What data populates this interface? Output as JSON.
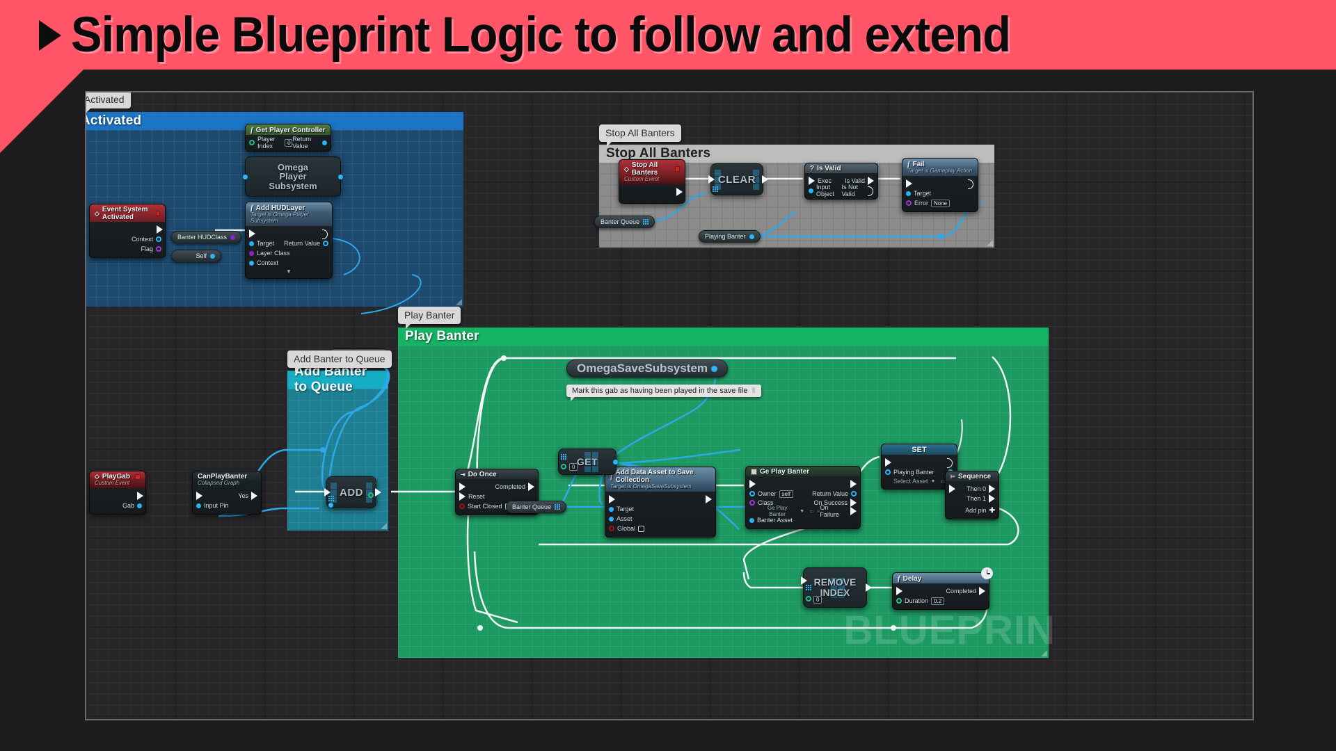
{
  "banner": {
    "title": "Simple Blueprint Logic to follow and extend",
    "bg": "#ff5566",
    "marker": "play-triangle"
  },
  "watermark": "BLUEPRIN",
  "comments": [
    {
      "key": "activated",
      "title": "Activated",
      "tooltip": "Activated",
      "color": "#1b74c4",
      "body": "#1d4a6e"
    },
    {
      "key": "stop_all_banters",
      "title": "Stop All Banters",
      "tooltip": "Stop All Banters",
      "color": "#bdbdbd",
      "body": "#8c8c8c"
    },
    {
      "key": "add_banter_to_queue",
      "title": "Add Banter to Queue",
      "tooltip": "Add Banter to Queue",
      "color": "#17adc4",
      "body": "#1e7f92"
    },
    {
      "key": "play_banter",
      "title": "Play Banter",
      "tooltip": "Play Banter",
      "color": "#14b463",
      "body": "#1d9a62"
    }
  ],
  "nodes": {
    "get_player_controller": {
      "title": "Get Player Controller",
      "icon": "function-icon",
      "inputs": [
        {
          "label": "Player Index",
          "value": "0",
          "pin": "green-h"
        }
      ],
      "outputs": [
        {
          "label": "Return Value",
          "pin": "blue"
        }
      ]
    },
    "omega_player_subsystem": {
      "title": "Omega\nPlayer\nSubsystem",
      "lines": [
        "Omega",
        "Player",
        "Subsystem"
      ]
    },
    "event_system_activated": {
      "title": "Event System Activated",
      "icon": "event-diamond-icon",
      "outputs": [
        {
          "label": "Context",
          "pin": "blue-h"
        },
        {
          "label": "Flag",
          "pin": "purple-h"
        }
      ]
    },
    "add_hudlayer": {
      "title": "Add HUDLayer",
      "subtitle": "Target is Omega Player Subsystem",
      "icon": "function-icon",
      "inputs": [
        {
          "label": "Target",
          "pin": "blue"
        },
        {
          "label": "Layer Class",
          "pin": "purple"
        },
        {
          "label": "Context",
          "pin": "blue"
        }
      ],
      "outputs": [
        {
          "label": "Return Value",
          "pin": "blue-h"
        }
      ]
    },
    "banter_hudclass": {
      "label": "Banter HUDClass",
      "pin": "purple"
    },
    "self_node": {
      "label": "Self",
      "pin": "blue"
    },
    "stop_all_banters_event": {
      "title": "Stop All Banters",
      "subtitle": "Custom Event",
      "icon": "event-diamond-icon"
    },
    "clear_node": {
      "label": "CLEAR"
    },
    "is_valid": {
      "title": "Is Valid",
      "icon": "question-icon",
      "inputs": [
        {
          "label": "Exec",
          "pin": "exec"
        },
        {
          "label": "Input Object",
          "pin": "blue"
        }
      ],
      "outputs": [
        {
          "label": "Is Valid",
          "pin": "exec"
        },
        {
          "label": "Is Not Valid",
          "pin": "exec-o"
        }
      ]
    },
    "fail": {
      "title": "Fail",
      "subtitle": "Target is Gameplay Action",
      "icon": "function-icon",
      "inputs": [
        {
          "label": "Target",
          "pin": "blue"
        },
        {
          "label": "Error",
          "value": "None",
          "pin": "purple-h"
        }
      ]
    },
    "banter_queue_a": {
      "label": "Banter Queue"
    },
    "banter_queue_b": {
      "label": "Banter Queue"
    },
    "playing_banter_var": {
      "label": "Playing Banter",
      "pin": "blue"
    },
    "playgab": {
      "title": "PlayGab",
      "subtitle": "Custom Event",
      "outputs": [
        {
          "label": "Gab",
          "pin": "blue"
        }
      ]
    },
    "canplaybanter": {
      "title": "CanPlayBanter",
      "subtitle": "Collapsed Graph",
      "inputs": [
        {
          "label": "Input Pin",
          "pin": "blue"
        }
      ],
      "outputs": [
        {
          "label": "Yes",
          "pin": "exec"
        }
      ]
    },
    "banter_queue_add": {
      "label": "Banter Queue"
    },
    "add_node": {
      "label": "ADD"
    },
    "do_once": {
      "title": "Do Once",
      "icon": "do-once-icon",
      "inputs": [
        {
          "label": "Reset",
          "pin": "exec"
        },
        {
          "label": "Start Closed",
          "value": "",
          "pin": "dkred",
          "checkbox": true
        }
      ],
      "outputs": [
        {
          "label": "Completed",
          "pin": "exec"
        }
      ]
    },
    "omega_save_subsystem": {
      "label": "OmegaSaveSubsystem",
      "pin": "blue"
    },
    "save_note": {
      "text": "Mark this gab as having been played in the save file"
    },
    "add_data_asset": {
      "title": "Add Data Asset to Save Collection",
      "subtitle": "Target is OmegaSaveSubsystem",
      "icon": "function-icon",
      "inputs": [
        {
          "label": "Target",
          "pin": "blue"
        },
        {
          "label": "Asset",
          "pin": "blue"
        },
        {
          "label": "Global",
          "pin": "dkred",
          "checkbox": true
        }
      ]
    },
    "ge_play_banter": {
      "title": "Ge Play Banter",
      "icon": "class-icon",
      "inputs": [
        {
          "label": "Owner",
          "value": "self",
          "pin": "blue-h"
        },
        {
          "label": "Class",
          "value": "Ge Play Banter",
          "pin": "purple-h"
        },
        {
          "label": "Banter Asset",
          "pin": "blue"
        }
      ],
      "outputs": [
        {
          "label": "Return Value",
          "pin": "blue-h"
        },
        {
          "label": "On Success",
          "pin": "exec"
        },
        {
          "label": "On Failure",
          "pin": "exec"
        }
      ]
    },
    "set_node": {
      "title": "SET",
      "var_label": "Playing Banter",
      "var_value": "Select Asset"
    },
    "sequence": {
      "title": "Sequence",
      "icon": "sequence-icon",
      "outputs": [
        {
          "label": "Then 0"
        },
        {
          "label": "Then 1"
        }
      ],
      "add_pin": "Add pin"
    },
    "get_node": {
      "label": "GET",
      "index": "0"
    },
    "banter_queue_get": {
      "label": "Banter Queue"
    },
    "remove_index": {
      "label": "REMOVE\nINDEX",
      "lines": [
        "REMOVE",
        "INDEX"
      ],
      "index": "0"
    },
    "delay": {
      "title": "Delay",
      "icon": "function-icon",
      "inputs": [
        {
          "label": "Duration",
          "value": "0.2",
          "pin": "green-h"
        }
      ],
      "outputs": [
        {
          "label": "Completed",
          "pin": "exec"
        }
      ],
      "badge": "clock-icon"
    }
  }
}
